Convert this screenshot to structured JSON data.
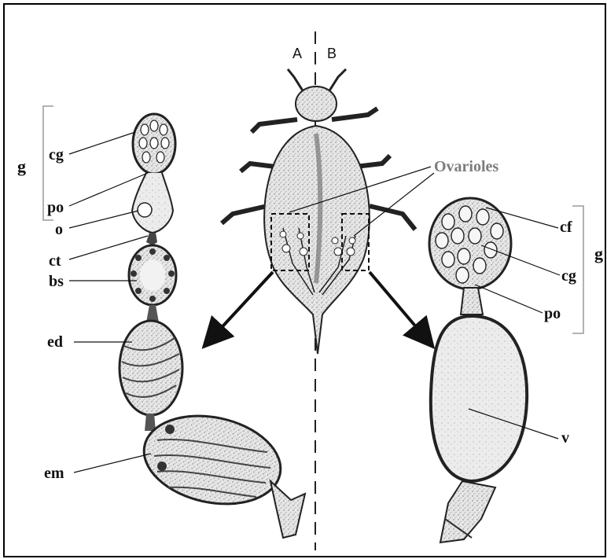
{
  "diagram": {
    "side_labels": {
      "left": "A",
      "right": "B"
    },
    "central_label": "Ovarioles",
    "left_labels": {
      "g": "g",
      "cg": "cg",
      "po": "po",
      "o": "o",
      "ct": "ct",
      "bs": "bs",
      "ed": "ed",
      "em": "em"
    },
    "right_labels": {
      "g": "g",
      "cf": "cf",
      "cg": "cg",
      "po": "po",
      "v": "v"
    },
    "colors": {
      "frame": "#000000",
      "ink": "#111111",
      "stipple": "#dcdcdc",
      "ovarioles_label": "#7d7d7d",
      "bracket": "#9a9a9a"
    }
  }
}
